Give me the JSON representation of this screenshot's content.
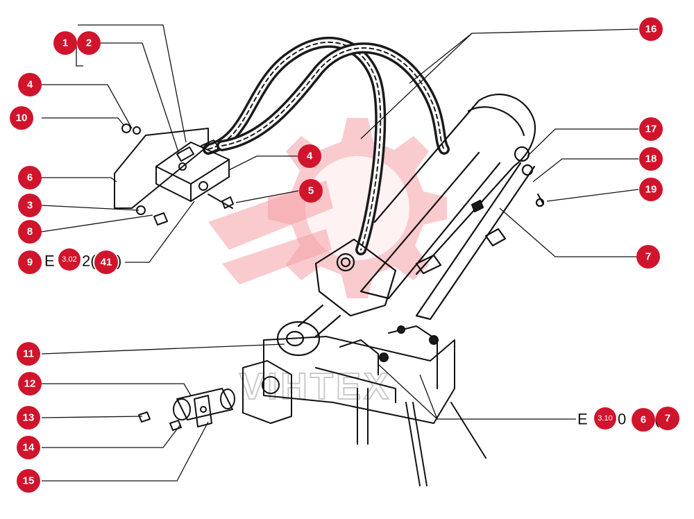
{
  "diagram": {
    "callouts": [
      {
        "id": "c1",
        "label": "1"
      },
      {
        "id": "c2",
        "label": "2"
      },
      {
        "id": "c4a",
        "label": "4"
      },
      {
        "id": "c10",
        "label": "10"
      },
      {
        "id": "c6a",
        "label": "6"
      },
      {
        "id": "c3a",
        "label": "3"
      },
      {
        "id": "c8",
        "label": "8"
      },
      {
        "id": "c9",
        "label": "9"
      },
      {
        "id": "c302",
        "label": "3.02"
      },
      {
        "id": "c41",
        "label": "41"
      },
      {
        "id": "c4b",
        "label": "4"
      },
      {
        "id": "c5",
        "label": "5"
      },
      {
        "id": "c16",
        "label": "16"
      },
      {
        "id": "c17",
        "label": "17"
      },
      {
        "id": "c18",
        "label": "18"
      },
      {
        "id": "c19",
        "label": "19"
      },
      {
        "id": "c7a",
        "label": "7"
      },
      {
        "id": "c11",
        "label": "11"
      },
      {
        "id": "c12",
        "label": "12"
      },
      {
        "id": "c13",
        "label": "13"
      },
      {
        "id": "c14",
        "label": "14"
      },
      {
        "id": "c15",
        "label": "15"
      },
      {
        "id": "c310",
        "label": "3.10"
      },
      {
        "id": "c6b",
        "label": "6"
      },
      {
        "id": "c7b",
        "label": "7"
      }
    ],
    "ref_left": "E",
    "ref_left_tail": "2(",
    "ref_left_close": ")",
    "ref_right": "E",
    "ref_right_mid": "0",
    "ref_right_paren": "(",
    "watermark_text": "VIHTEX",
    "colors": {
      "callout": "#d0142c",
      "watermark": "#f4a0a6"
    }
  }
}
